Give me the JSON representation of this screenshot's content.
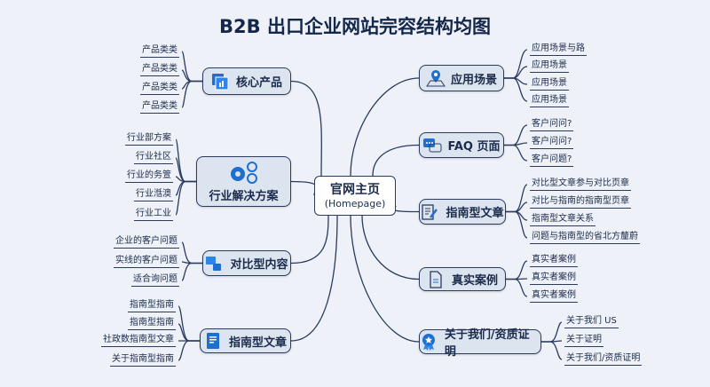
{
  "title": "B2B 出口企业网站完容结构均图",
  "center": {
    "label": "官网主页",
    "sublabel": "(Homepage)"
  },
  "left_branches": [
    {
      "label": "核心产品",
      "icon": "product-icon",
      "leaves": [
        "产品类类",
        "产品类类",
        "产品类类",
        "产品类类"
      ]
    },
    {
      "label": "行业解决方案",
      "icon": "gears-icon",
      "leaves": [
        "行业部方案",
        "行业社区",
        "行业的务箮",
        "行业湉澳",
        "行业工业"
      ]
    },
    {
      "label": "对比型内容",
      "icon": "compare-icon",
      "leaves": [
        "企业的客户问题",
        "实线的客户问题",
        "适合询问题"
      ]
    },
    {
      "label": "指南型文章",
      "icon": "book-icon",
      "leaves": [
        "指南型指南",
        "指南型指南",
        "社政数指南型文章",
        "关于指南型指南"
      ]
    }
  ],
  "right_branches": [
    {
      "label": "应用场景",
      "icon": "location-map-icon",
      "leaves": [
        "应用场景与路",
        "应用场景",
        "应用场景",
        "应用场景"
      ]
    },
    {
      "label": "FAQ 页面",
      "icon": "chat-icon",
      "leaves": [
        "客户问问?",
        "客户问问?",
        "客户问题?"
      ]
    },
    {
      "label": "指南型文章",
      "icon": "edit-document-icon",
      "leaves": [
        "对比型文章参与对比页章",
        "对比与指南的指南型页章",
        "指南型文章关系",
        "问题与指南型的省北方釐蔚"
      ]
    },
    {
      "label": "真实案例",
      "icon": "document-icon",
      "leaves": [
        "真实者案例",
        "真实者案例",
        "真实者案例"
      ]
    },
    {
      "label": "关于我们/资质证明",
      "icon": "award-icon",
      "leaves": [
        "关于我们 US",
        "关于证明",
        "关于我们/资质证明"
      ]
    }
  ],
  "colors": {
    "background": "#eef1f7",
    "node_fill": "#dbe4ef",
    "line": "#2b3b5e",
    "accent": "#1e6fd0"
  }
}
